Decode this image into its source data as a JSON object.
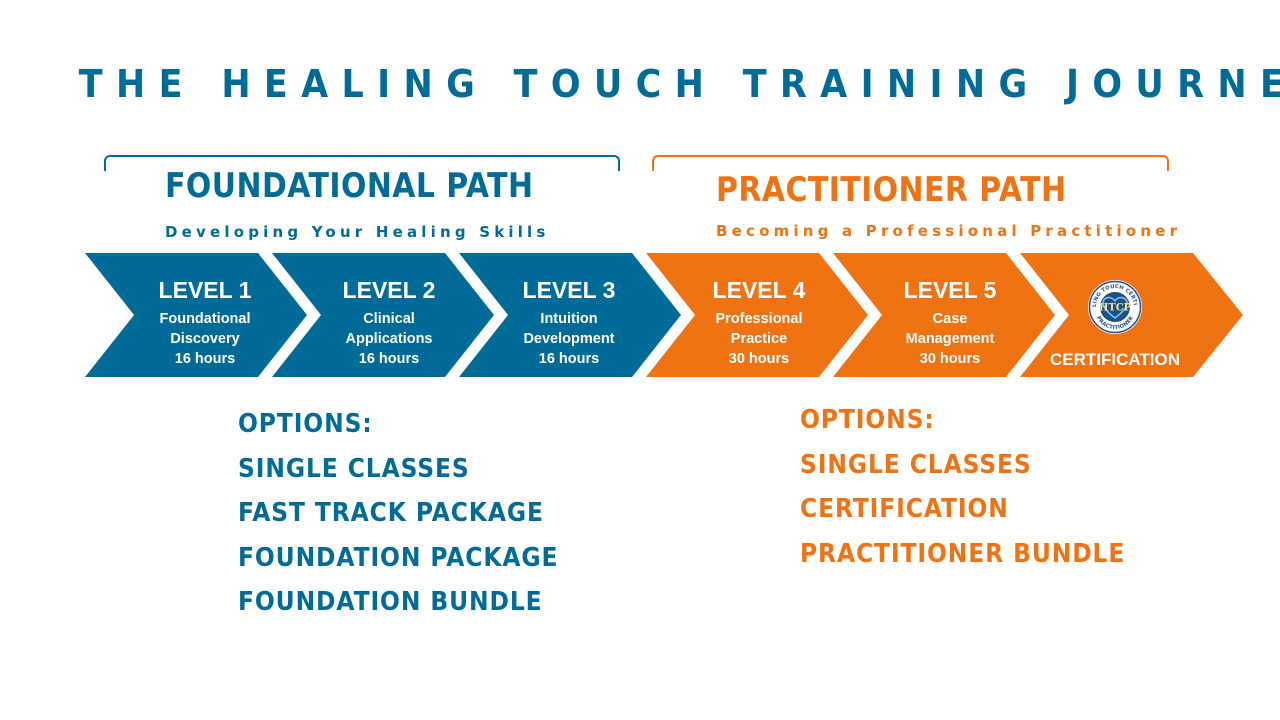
{
  "colors": {
    "blue": "#006b96",
    "orange": "#f07313",
    "white": "#ffffff"
  },
  "title": "THE HEALING TOUCH TRAINING JOURNEY",
  "paths": {
    "foundational": {
      "title": "FOUNDATIONAL PATH",
      "subtitle": "Developing Your Healing Skills"
    },
    "practitioner": {
      "title": "PRACTITIONER PATH",
      "subtitle": "Becoming a Professional Practitioner"
    }
  },
  "levels": [
    {
      "level": "LEVEL 1",
      "lines": [
        "Foundational",
        "Discovery",
        "16 hours"
      ]
    },
    {
      "level": "LEVEL 2",
      "lines": [
        "Clinical",
        "Applications",
        "16 hours"
      ]
    },
    {
      "level": "LEVEL 3",
      "lines": [
        "Intuition",
        "Development",
        "16 hours"
      ]
    },
    {
      "level": "LEVEL 4",
      "lines": [
        "Professional",
        "Practice",
        "30 hours"
      ]
    },
    {
      "level": "LEVEL 5",
      "lines": [
        "Case",
        "Management",
        "30 hours"
      ]
    }
  ],
  "certification": {
    "label": "CERTIFICATION",
    "badge_text": "HTCP",
    "badge_ring_top": "HEALING TOUCH CERTIFIED",
    "badge_ring_bottom": "PRACTITIONER",
    "icon": "heart-badge-icon"
  },
  "options": {
    "foundational": [
      "OPTIONS:",
      "SINGLE CLASSES",
      "FAST TRACK PACKAGE",
      "FOUNDATION PACKAGE",
      "FOUNDATION BUNDLE"
    ],
    "practitioner": [
      "OPTIONS:",
      "SINGLE CLASSES",
      "CERTIFICATION",
      "PRACTITIONER BUNDLE"
    ]
  }
}
